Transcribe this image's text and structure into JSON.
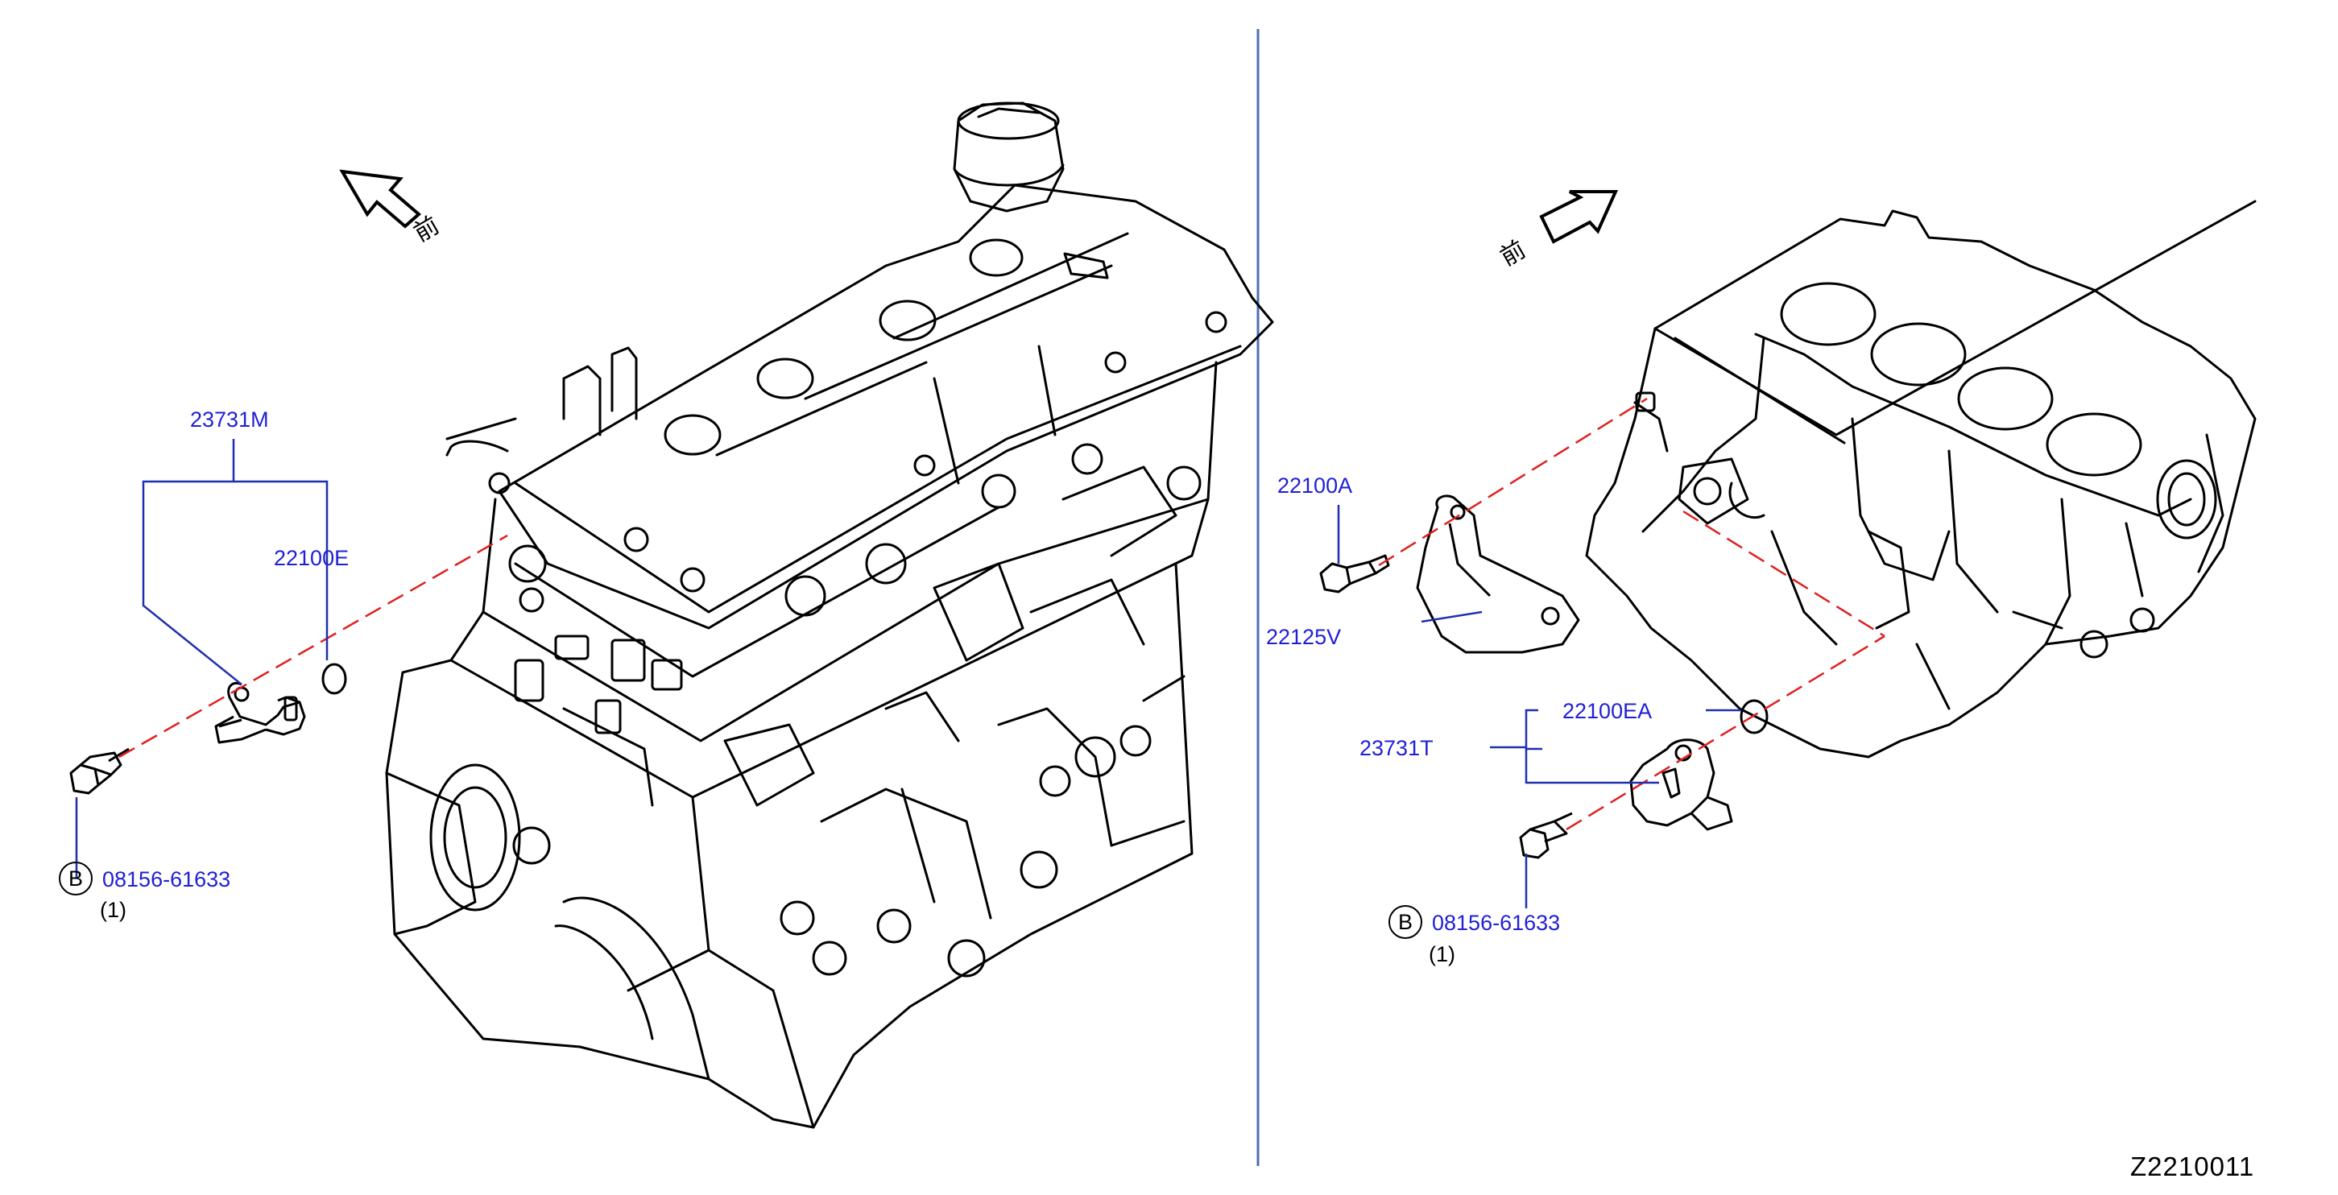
{
  "left_view": {
    "front_marker": "前",
    "callouts": {
      "sensor": "23731M",
      "o_ring": "22100E",
      "bolt_ref": "B",
      "bolt": "08156-61633",
      "bolt_qty": "(1)"
    }
  },
  "right_view": {
    "front_marker": "前",
    "callouts": {
      "bolt_top": "22100A",
      "bracket": "22125V",
      "o_ring": "22100EA",
      "sensor": "23731T",
      "bolt_ref": "B",
      "bolt": "08156-61633",
      "bolt_qty": "(1)"
    }
  },
  "figure_id": "Z2210011",
  "colors": {
    "callout_text": "#1f1fd6",
    "leader": "#1f2fae",
    "center_line": "#4a6fb0",
    "dash": "#e02020",
    "ink": "#000000"
  }
}
